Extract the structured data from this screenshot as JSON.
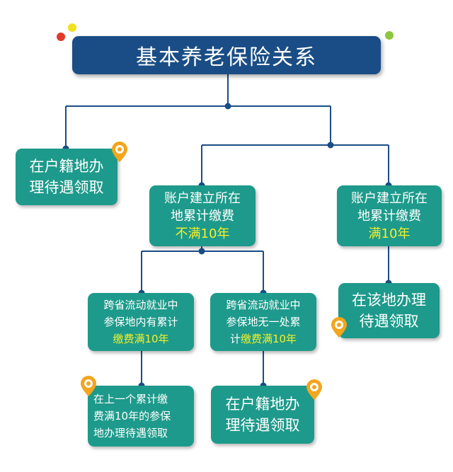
{
  "title": "基本养老保险关系",
  "nodes": {
    "left": [
      "在户籍地办",
      "理待遇领取"
    ],
    "a_lines": [
      "账户建立所在",
      "地累计缴费"
    ],
    "a_hl": "不满10年",
    "b_lines": [
      "账户建立所在",
      "地累计缴费"
    ],
    "b_hl": "满10年",
    "b_result": [
      "在该地办理",
      "待遇领取"
    ],
    "c_lines": [
      "跨省流动就业中",
      "参保地内有累计"
    ],
    "c_hl": "缴费满10年",
    "d_lines": [
      "跨省流动就业中",
      "参保地无一处累"
    ],
    "d_prefix": "计",
    "d_hl": "缴费满10年",
    "c_result": [
      "在上一个累计缴",
      "费满10年的参保",
      "地办理待遇领取"
    ],
    "d_result": [
      "在户籍地办",
      "理待遇领取"
    ]
  },
  "icons": {
    "pin": "location-pin-icon",
    "pin_color": "#f3a51c",
    "box_color": "#1d9a8b",
    "title_color": "#1a4d85",
    "line_color": "#1a4d85",
    "highlight_color": "#f4f02a"
  }
}
